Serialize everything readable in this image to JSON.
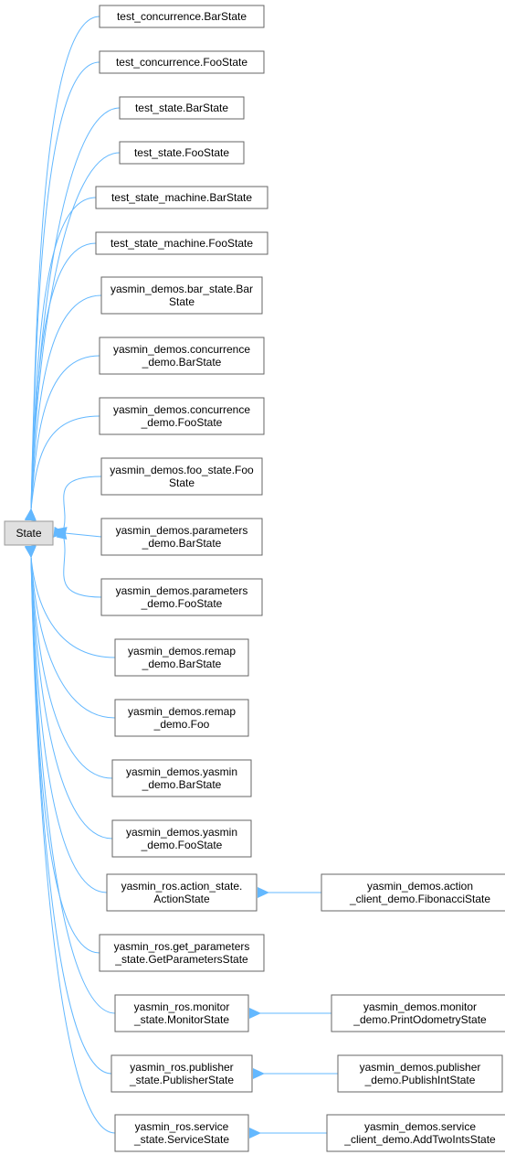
{
  "diagram": {
    "colors": {
      "edge": "#63b8ff",
      "node_border": "#666666",
      "node_fill": "#ffffff",
      "root_fill": "#e0e0e0",
      "root_border": "#999999",
      "text": "#000000"
    },
    "root": {
      "id": "state",
      "lines": [
        "State"
      ]
    },
    "children": [
      {
        "id": "test-concurrence-barstate",
        "lines": [
          "test_concurrence.BarState"
        ]
      },
      {
        "id": "test-concurrence-foostate",
        "lines": [
          "test_concurrence.FooState"
        ]
      },
      {
        "id": "test-state-barstate",
        "lines": [
          "test_state.BarState"
        ]
      },
      {
        "id": "test-state-foostate",
        "lines": [
          "test_state.FooState"
        ]
      },
      {
        "id": "test-state-machine-barstate",
        "lines": [
          "test_state_machine.BarState"
        ]
      },
      {
        "id": "test-state-machine-foostate",
        "lines": [
          "test_state_machine.FooState"
        ]
      },
      {
        "id": "bar-state-bar",
        "lines": [
          "yasmin_demos.bar_state.Bar",
          "State"
        ]
      },
      {
        "id": "concurrence-demo-barstate",
        "lines": [
          "yasmin_demos.concurrence",
          "_demo.BarState"
        ]
      },
      {
        "id": "concurrence-demo-foostate",
        "lines": [
          "yasmin_demos.concurrence",
          "_demo.FooState"
        ]
      },
      {
        "id": "foo-state-foo",
        "lines": [
          "yasmin_demos.foo_state.Foo",
          "State"
        ]
      },
      {
        "id": "parameters-demo-barstate",
        "lines": [
          "yasmin_demos.parameters",
          "_demo.BarState"
        ]
      },
      {
        "id": "parameters-demo-foostate",
        "lines": [
          "yasmin_demos.parameters",
          "_demo.FooState"
        ]
      },
      {
        "id": "remap-demo-barstate",
        "lines": [
          "yasmin_demos.remap",
          "_demo.BarState"
        ]
      },
      {
        "id": "remap-demo-foo",
        "lines": [
          "yasmin_demos.remap",
          "_demo.Foo"
        ]
      },
      {
        "id": "yasmin-demo-barstate",
        "lines": [
          "yasmin_demos.yasmin",
          "_demo.BarState"
        ]
      },
      {
        "id": "yasmin-demo-foostate",
        "lines": [
          "yasmin_demos.yasmin",
          "_demo.FooState"
        ]
      },
      {
        "id": "action-state",
        "lines": [
          "yasmin_ros.action_state.",
          "ActionState"
        ]
      },
      {
        "id": "get-parameters-state",
        "lines": [
          "yasmin_ros.get_parameters",
          "_state.GetParametersState"
        ]
      },
      {
        "id": "monitor-state",
        "lines": [
          "yasmin_ros.monitor",
          "_state.MonitorState"
        ]
      },
      {
        "id": "publisher-state",
        "lines": [
          "yasmin_ros.publisher",
          "_state.PublisherState"
        ]
      },
      {
        "id": "service-state",
        "lines": [
          "yasmin_ros.service",
          "_state.ServiceState"
        ]
      }
    ],
    "grandchildren": [
      {
        "id": "fibonacci-state",
        "parent": "action-state",
        "lines": [
          "yasmin_demos.action",
          "_client_demo.FibonacciState"
        ]
      },
      {
        "id": "print-odometry-state",
        "parent": "monitor-state",
        "lines": [
          "yasmin_demos.monitor",
          "_demo.PrintOdometryState"
        ]
      },
      {
        "id": "publish-int-state",
        "parent": "publisher-state",
        "lines": [
          "yasmin_demos.publisher",
          "_demo.PublishIntState"
        ]
      },
      {
        "id": "add-two-ints-state",
        "parent": "service-state",
        "lines": [
          "yasmin_demos.service",
          "_client_demo.AddTwoIntsState"
        ]
      }
    ]
  }
}
